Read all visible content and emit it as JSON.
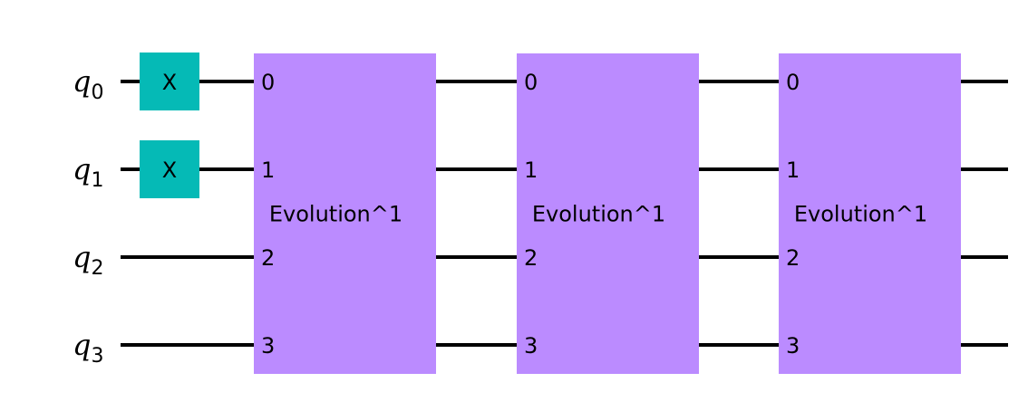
{
  "colors": {
    "wire": "#000000",
    "x_gate": "#05bab6",
    "evolution_gate": "#bb8bff",
    "background": "#ffffff"
  },
  "qubits": [
    {
      "name": "q",
      "index": "0"
    },
    {
      "name": "q",
      "index": "1"
    },
    {
      "name": "q",
      "index": "2"
    },
    {
      "name": "q",
      "index": "3"
    }
  ],
  "x_gates": [
    {
      "label": "X",
      "qubit": 0
    },
    {
      "label": "X",
      "qubit": 1
    }
  ],
  "evolution_gates": [
    {
      "label": "Evolution^1",
      "ports": [
        "0",
        "1",
        "2",
        "3"
      ]
    },
    {
      "label": "Evolution^1",
      "ports": [
        "0",
        "1",
        "2",
        "3"
      ]
    },
    {
      "label": "Evolution^1",
      "ports": [
        "0",
        "1",
        "2",
        "3"
      ]
    }
  ]
}
